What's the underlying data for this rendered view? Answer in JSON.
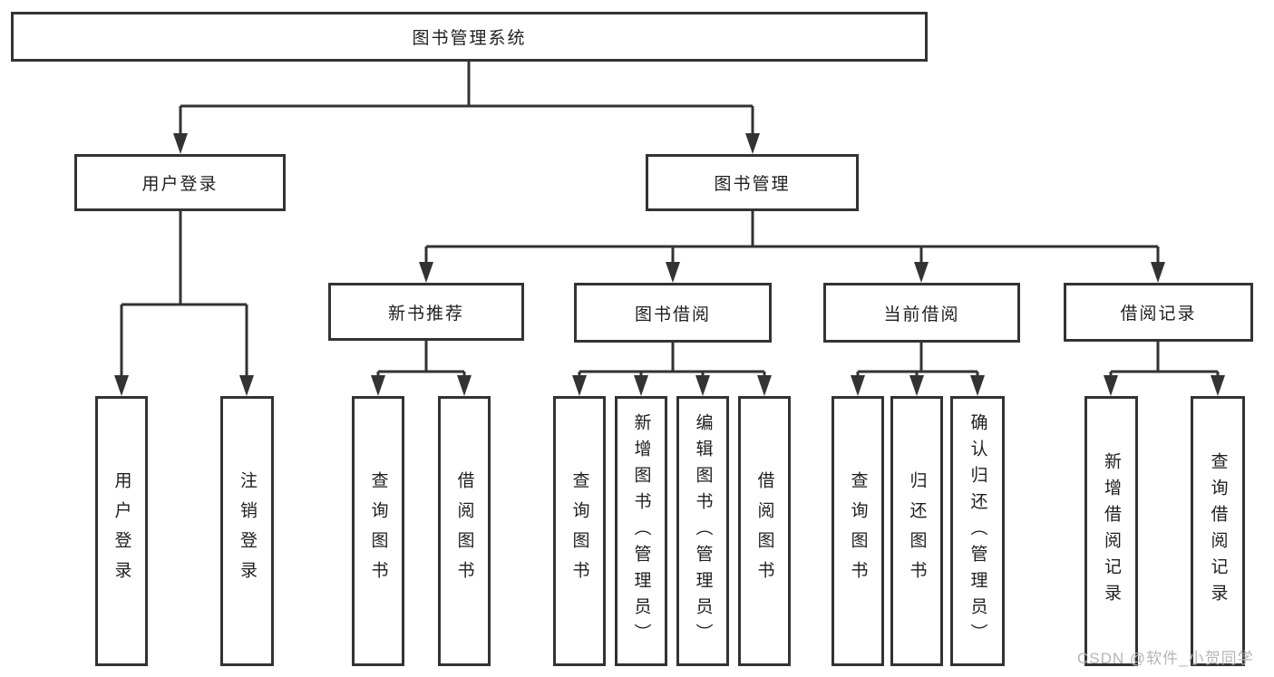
{
  "diagram_type": "hierarchy-structure-chart",
  "nodes": {
    "root": "图书管理系统",
    "level2": [
      "用户登录",
      "图书管理"
    ],
    "level3": [
      "新书推荐",
      "图书借阅",
      "当前借阅",
      "借阅记录"
    ],
    "level4": [
      "用户登录",
      "注销登录",
      "查询图书",
      "借阅图书",
      "查询图书",
      "新增图书（管理员）",
      "编辑图书（管理员）",
      "借阅图书",
      "查询图书",
      "归还图书",
      "确认归还（管理员）",
      "新增借阅记录",
      "查询借阅记录"
    ]
  },
  "hierarchy": {
    "图书管理系统": [
      "用户登录",
      "图书管理"
    ],
    "用户登录": [
      "用户登录",
      "注销登录"
    ],
    "图书管理": [
      "新书推荐",
      "图书借阅",
      "当前借阅",
      "借阅记录"
    ],
    "新书推荐": [
      "查询图书",
      "借阅图书"
    ],
    "图书借阅": [
      "查询图书",
      "新增图书（管理员）",
      "编辑图书（管理员）",
      "借阅图书"
    ],
    "当前借阅": [
      "查询图书",
      "归还图书",
      "确认归还（管理员）"
    ],
    "借阅记录": [
      "新增借阅记录",
      "查询借阅记录"
    ]
  },
  "watermark": "CSDN @软件_小贺同学",
  "colors": {
    "line": "#333333",
    "box_border": "#333333",
    "box_fill": "#ffffff",
    "text": "#1f1f1f",
    "watermark": "#b5b5b5",
    "background": "#ffffff"
  }
}
